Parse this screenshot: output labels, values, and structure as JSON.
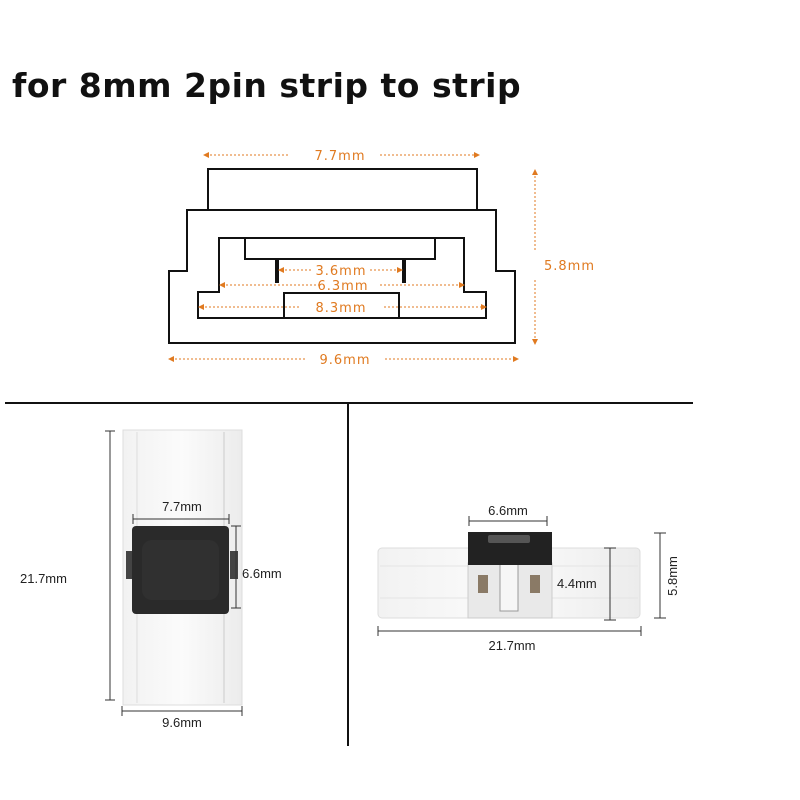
{
  "title": "for 8mm 2pin strip to strip",
  "cross_section": {
    "top_width": "7.7mm",
    "height": "5.8mm",
    "pin_gap": "3.6mm",
    "inner_width": "6.3mm",
    "channel_width": "8.3mm",
    "outer_width": "9.6mm"
  },
  "top_view": {
    "length": "21.7mm",
    "cap_width": "7.7mm",
    "cap_length": "6.6mm",
    "body_width": "9.6mm"
  },
  "side_view": {
    "cap_length": "6.6mm",
    "body_height": "4.4mm",
    "total_height": "5.8mm",
    "length": "21.7mm"
  },
  "colors": {
    "dimension": "#e07a20",
    "outline": "#111111",
    "cap": "#2a2a2a"
  }
}
